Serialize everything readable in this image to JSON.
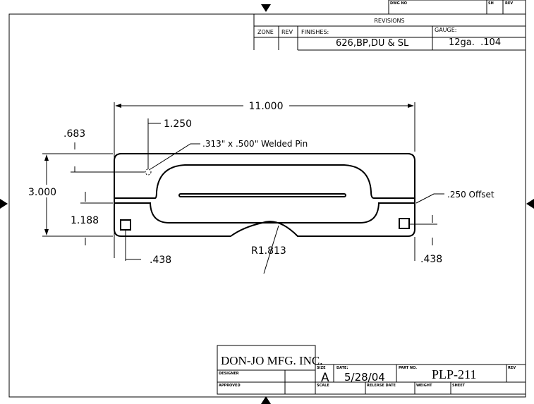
{
  "revisions": {
    "dwg_no_label": "DWG NO",
    "sh_label": "SH",
    "rev_label": "REV",
    "title": "REVISIONS",
    "zone_label": "ZONE",
    "rev_col_label": "REV",
    "finishes_label": "FINISHES:",
    "finishes_value": "626,BP,DU & SL",
    "gauge_label": "GAUGE:",
    "gauge_value": "12ga.  .104"
  },
  "dimensions": {
    "overall_length": "11.000",
    "pin_offset_x": "1.250",
    "pin_offset_y": ".683",
    "pin_note": ".313\" x .500\" Welded Pin",
    "height": "3.000",
    "step_height": "1.188",
    "offset_note": ".250 Offset",
    "radius": "R1.813",
    "hole_left": ".438",
    "hole_right": ".438"
  },
  "title_block": {
    "company": "DON-JO MFG. INC.",
    "designer_label": "DESIGNER",
    "approved_label": "APPROVED",
    "size_label": "SIZE",
    "size_value": "A",
    "date_label": "DATE:",
    "date_value": "5/28/04",
    "part_no_label": "PART NO.",
    "part_no_value": "PLP-211",
    "rev_label": "REV",
    "scale_label": "SCALE",
    "release_date_label": "RELEASE DATE",
    "weight_label": "WEIGHT",
    "sheet_label": "SHEET"
  }
}
